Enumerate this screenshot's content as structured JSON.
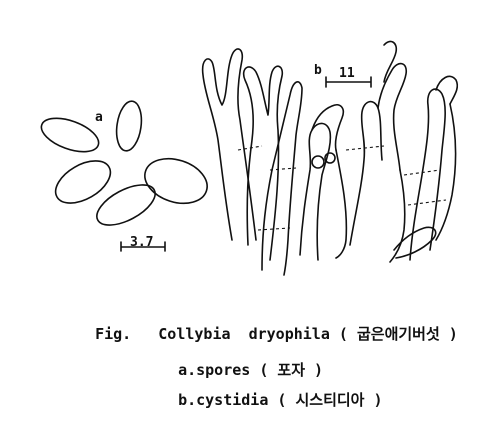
{
  "labels": {
    "a_marker": "a",
    "b_marker": "b",
    "spore_scale": "3.7",
    "cystidia_scale": "11"
  },
  "caption": {
    "fig": "Fig.",
    "species": "Collybia  dryophila",
    "species_korean": "( 굽은애기버섯 )",
    "line_a": "a.spores",
    "line_a_korean": "( 포자 )",
    "line_b": "b.cystidia",
    "line_b_korean": "( 시스티디아 )"
  }
}
